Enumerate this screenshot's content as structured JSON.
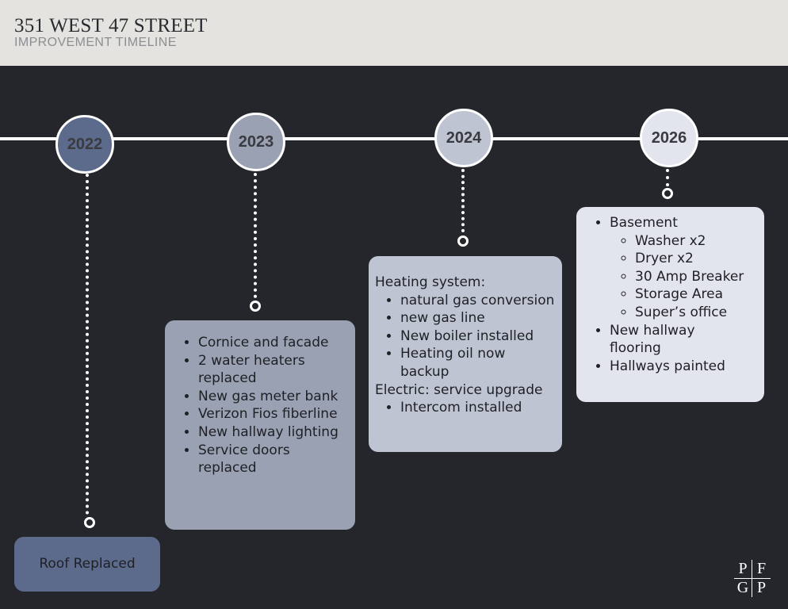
{
  "header": {
    "title": "351 WEST 47 STREET",
    "subtitle": "IMPROVEMENT TIMELINE"
  },
  "colors": {
    "background": "#25262b",
    "header_bg": "#e4e3df",
    "line": "#ffffff",
    "year_2022": "#5c6a8c",
    "year_2023": "#9aa1b3",
    "year_2024": "#bfc4d2",
    "year_2026": "#e2e4ee"
  },
  "years": {
    "y2022": {
      "label": "2022",
      "items": [
        "Roof Replaced"
      ]
    },
    "y2023": {
      "label": "2023",
      "items": [
        "Cornice and facade",
        "2 water heaters replaced",
        "New gas meter bank",
        "Verizon Fios fiberline",
        "New hallway lighting",
        "Service doors replaced"
      ]
    },
    "y2024": {
      "label": "2024",
      "heating_heading": "Heating system:",
      "heating_items": [
        "natural gas conversion",
        "new  gas line",
        "New boiler installed",
        "Heating oil now backup"
      ],
      "electric_heading": "Electric: service upgrade",
      "electric_items": [
        "Intercom installed"
      ]
    },
    "y2026": {
      "label": "2026",
      "basement": "Basement",
      "basement_items": [
        "Washer x2",
        "Dryer x2",
        "30 Amp Breaker",
        "Storage Area",
        "Super’s office"
      ],
      "items": [
        "New hallway flooring",
        "Hallways painted"
      ]
    }
  },
  "logo": {
    "letters": [
      "P",
      "F",
      "G",
      "P"
    ]
  }
}
